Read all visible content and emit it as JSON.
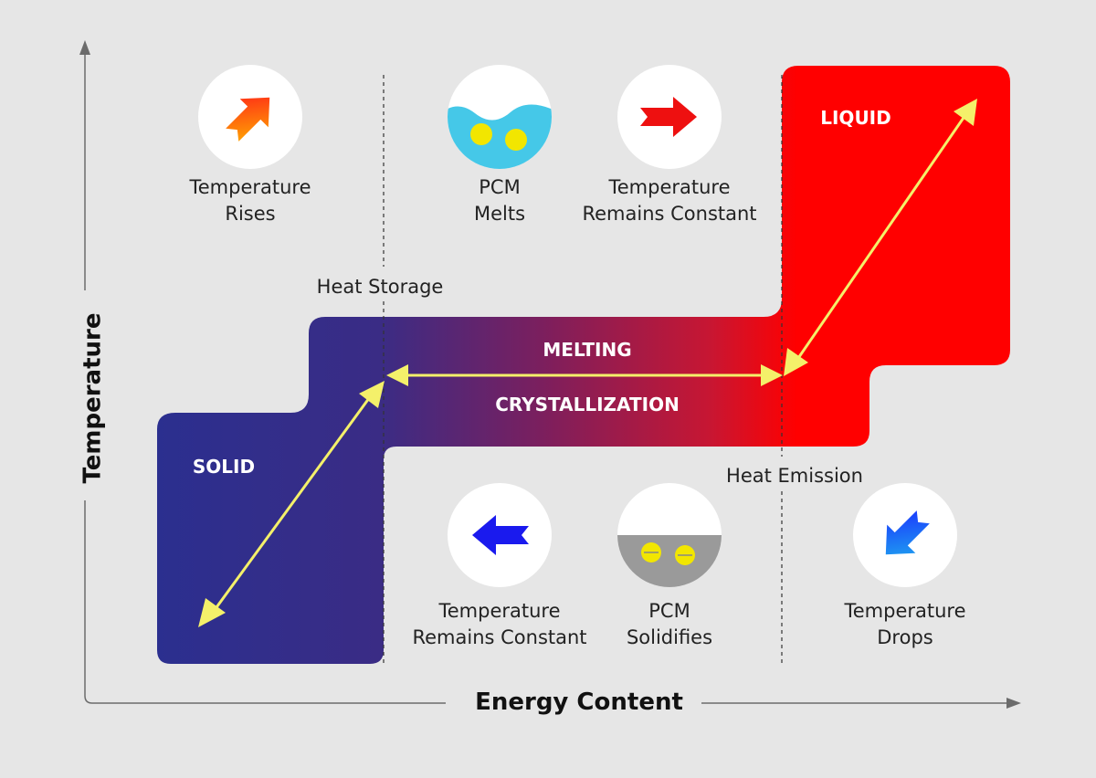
{
  "axes": {
    "y_label": "Temperature",
    "x_label": "Energy Content"
  },
  "phases": {
    "solid": "SOLID",
    "liquid": "LIQUID",
    "melting": "MELTING",
    "crystallization": "CRYSTALLIZATION"
  },
  "boundaries": {
    "heat_storage": "Heat Storage",
    "heat_emission": "Heat Emission"
  },
  "top_steps": [
    {
      "line1": "Temperature",
      "line2": "Rises",
      "icon": "arrow-up-right-icon"
    },
    {
      "line1": "PCM",
      "line2": "Melts",
      "icon": "liquid-pcm-icon"
    },
    {
      "line1": "Temperature",
      "line2": "Remains Constant",
      "icon": "arrow-right-icon"
    }
  ],
  "bottom_steps": [
    {
      "line1": "Temperature",
      "line2": "Remains Constant",
      "icon": "arrow-left-icon"
    },
    {
      "line1": "PCM",
      "line2": "Solidifies",
      "icon": "solid-pcm-icon"
    },
    {
      "line1": "Temperature",
      "line2": "Drops",
      "icon": "arrow-down-left-icon"
    }
  ],
  "colors": {
    "background": "#e6e6e6",
    "solid": "#2b2f8f",
    "liquid": "#ff0000",
    "arrow": "#f4f06a",
    "water": "#45c8e8",
    "solid_pcm": "#9a9a9a",
    "pcm_particle": "#f2e600",
    "axis": "#6b6b6b"
  }
}
